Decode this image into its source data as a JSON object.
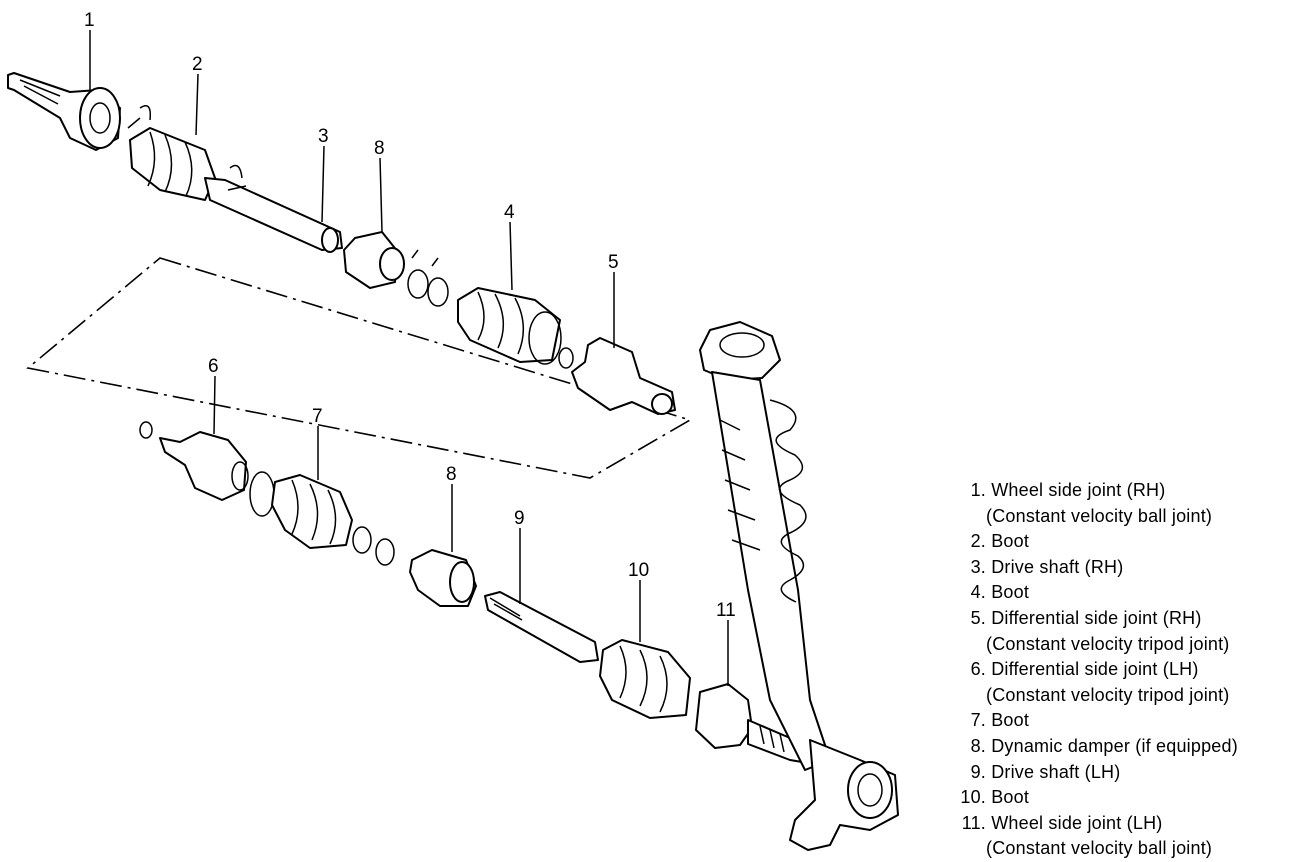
{
  "callouts": {
    "c1": "1",
    "c2": "2",
    "c3": "3",
    "c4": "4",
    "c5": "5",
    "c6": "6",
    "c7": "7",
    "c8a": "8",
    "c8b": "8",
    "c9": "9",
    "c10": "10",
    "c11": "11"
  },
  "legend": {
    "items": [
      {
        "num": "1.",
        "label": "Wheel side joint (RH)",
        "sub": "(Constant velocity ball joint)"
      },
      {
        "num": "2.",
        "label": "Boot"
      },
      {
        "num": "3.",
        "label": "Drive shaft (RH)"
      },
      {
        "num": "4.",
        "label": "Boot"
      },
      {
        "num": "5.",
        "label": "Differential side joint (RH)",
        "sub": "(Constant velocity tripod joint)"
      },
      {
        "num": "6.",
        "label": "Differential side joint (LH)",
        "sub": "(Constant velocity tripod joint)"
      },
      {
        "num": "7.",
        "label": "Boot"
      },
      {
        "num": "8.",
        "label": "Dynamic damper (if equipped)"
      },
      {
        "num": "9.",
        "label": "Drive shaft (LH)"
      },
      {
        "num": "10.",
        "label": "Boot"
      },
      {
        "num": "11.",
        "label": "Wheel side joint (LH)",
        "sub": "(Constant velocity ball joint)"
      }
    ]
  }
}
